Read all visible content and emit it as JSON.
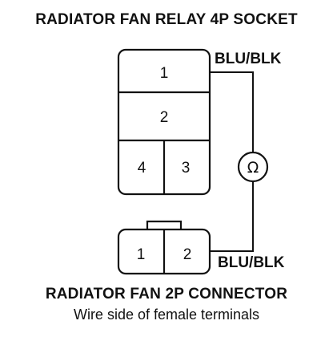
{
  "relay_socket": {
    "title": "RADIATOR FAN RELAY 4P SOCKET",
    "pins": [
      "1",
      "2",
      "4",
      "3"
    ],
    "wire_label": "BLU/BLK"
  },
  "connector": {
    "title": "RADIATOR FAN 2P CONNECTOR",
    "subtitle": "Wire side of female terminals",
    "pins": [
      "1",
      "2"
    ],
    "wire_label": "BLU/BLK"
  },
  "meter": {
    "symbol": "Ω",
    "icon": "ohmmeter-icon"
  }
}
